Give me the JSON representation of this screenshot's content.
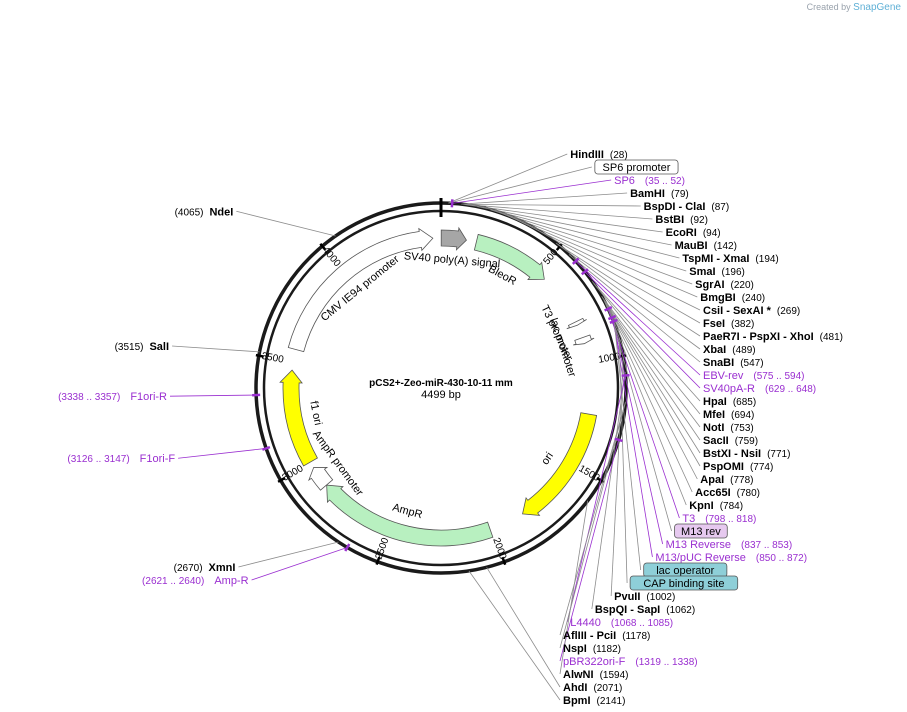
{
  "brand": {
    "prefix": "Created by",
    "name": "SnapGene"
  },
  "plasmid": {
    "name": "pCS2+-Zeo-miR-430-10-11 mm",
    "length": "4499 bp",
    "total_bp": 4499
  },
  "ticks": [
    {
      "label": "500",
      "bp": 500
    },
    {
      "label": "1000",
      "bp": 1000
    },
    {
      "label": "1500",
      "bp": 1500
    },
    {
      "label": "2000",
      "bp": 2000
    },
    {
      "label": "2500",
      "bp": 2500
    },
    {
      "label": "3000",
      "bp": 3000
    },
    {
      "label": "3500",
      "bp": 3500
    },
    {
      "label": "4000",
      "bp": 4000
    }
  ],
  "features": [
    {
      "name": "SV40 poly(A) signal",
      "type": "polyA",
      "color": "#a6a6a6",
      "start": 1,
      "end": 122
    },
    {
      "name": "BleoR",
      "type": "cds",
      "color": "#b8f0c0",
      "start": 170,
      "end": 544
    },
    {
      "name": "T3 promoter",
      "type": "promoter",
      "color": "#ffffff",
      "start": 798,
      "end": 816
    },
    {
      "name": "lac promoter",
      "type": "promoter",
      "color": "#ffffff",
      "start": 880,
      "end": 910
    },
    {
      "name": "ori",
      "type": "ori",
      "color": "#ffff00",
      "start": 1250,
      "end": 1838
    },
    {
      "name": "AmpR",
      "type": "cds",
      "color": "#b8f0c0",
      "start": 2010,
      "end": 2870
    },
    {
      "name": "AmpR promoter",
      "type": "promoter",
      "color": "#ffffff",
      "start": 2871,
      "end": 2975
    },
    {
      "name": "f1 ori",
      "type": "ori",
      "color": "#ffff00",
      "start": 3005,
      "end": 3460
    },
    {
      "name": "CMV IE94 promoter",
      "type": "promoter",
      "color": "#ffffff",
      "start": 3560,
      "end": 4460
    }
  ],
  "sites": [
    {
      "label": "HindIII",
      "pos": "(28)",
      "bp": 28
    },
    {
      "label": "BamHI",
      "pos": "(79)",
      "bp": 79
    },
    {
      "label": "BspDI  - ClaI",
      "pos": "(87)",
      "bp": 87
    },
    {
      "label": "BstBI",
      "pos": "(92)",
      "bp": 92
    },
    {
      "label": "EcoRI",
      "pos": "(94)",
      "bp": 94
    },
    {
      "label": "MauBI",
      "pos": "(142)",
      "bp": 142
    },
    {
      "label": "TspMI  - XmaI",
      "pos": "(194)",
      "bp": 194
    },
    {
      "label": "SmaI",
      "pos": "(196)",
      "bp": 196
    },
    {
      "label": "SgrAI",
      "pos": "(220)",
      "bp": 220
    },
    {
      "label": "BmgBI",
      "pos": "(240)",
      "bp": 240
    },
    {
      "label": "CsiI  - SexAI *",
      "pos": "(269)",
      "bp": 269
    },
    {
      "label": "FseI",
      "pos": "(382)",
      "bp": 382
    },
    {
      "label": "PaeR7I  - PspXI  - XhoI",
      "pos": "(481)",
      "bp": 481
    },
    {
      "label": "XbaI",
      "pos": "(489)",
      "bp": 489
    },
    {
      "label": "SnaBI",
      "pos": "(547)",
      "bp": 547
    },
    {
      "label": "HpaI",
      "pos": "(685)",
      "bp": 685
    },
    {
      "label": "MfeI",
      "pos": "(694)",
      "bp": 694
    },
    {
      "label": "NotI",
      "pos": "(753)",
      "bp": 753
    },
    {
      "label": "SacII",
      "pos": "(759)",
      "bp": 759
    },
    {
      "label": "BstXI  - NsiI",
      "pos": "(771)",
      "bp": 771
    },
    {
      "label": "PspOMI",
      "pos": "(774)",
      "bp": 774
    },
    {
      "label": "ApaI",
      "pos": "(778)",
      "bp": 778
    },
    {
      "label": "Acc65I",
      "pos": "(780)",
      "bp": 780
    },
    {
      "label": "KpnI",
      "pos": "(784)",
      "bp": 784
    },
    {
      "label": "PvuII",
      "pos": "(1002)",
      "bp": 1002
    },
    {
      "label": "BspQI  - SapI",
      "pos": "(1062)",
      "bp": 1062
    },
    {
      "label": "AflIII  - PciI",
      "pos": "(1178)",
      "bp": 1178
    },
    {
      "label": "NspI",
      "pos": "(1182)",
      "bp": 1182
    },
    {
      "label": "AlwNI",
      "pos": "(1594)",
      "bp": 1594
    },
    {
      "label": "AhdI",
      "pos": "(2071)",
      "bp": 2071
    },
    {
      "label": "BpmI",
      "pos": "(2141)",
      "bp": 2141
    },
    {
      "label": "XmnI",
      "pos": "(2670)",
      "bp": 2670
    },
    {
      "label": "SalI",
      "pos": "(3515)",
      "bp": 3515
    },
    {
      "label": "NdeI",
      "pos": "(4065)",
      "bp": 4065
    }
  ],
  "primers": [
    {
      "label": "SP6",
      "pos": "(35 .. 52)",
      "bp": 43
    },
    {
      "label": "EBV-rev",
      "pos": "(575 .. 594)",
      "bp": 584
    },
    {
      "label": "SV40pA-R",
      "pos": "(629 .. 648)",
      "bp": 638
    },
    {
      "label": "T3",
      "pos": "(798 .. 818)",
      "bp": 808
    },
    {
      "label": "M13 Reverse",
      "pos": "(837 .. 853)",
      "bp": 845
    },
    {
      "label": "M13/pUC Reverse",
      "pos": "(850 .. 872)",
      "bp": 861
    },
    {
      "label": "L4440",
      "pos": "(1068 .. 1085)",
      "bp": 1076
    },
    {
      "label": "pBR322ori-F",
      "pos": "(1319 .. 1338)",
      "bp": 1328
    },
    {
      "label": "Amp-R",
      "pos": "(2621 .. 2640)",
      "bp": 2630
    },
    {
      "label": "F1ori-F",
      "pos": "(3126 .. 3147)",
      "bp": 3136
    },
    {
      "label": "F1ori-R",
      "pos": "(3338 .. 3357)",
      "bp": 3347
    }
  ],
  "boxed": [
    {
      "label": "SP6 promoter",
      "bp": 30,
      "color": "#ffffff"
    },
    {
      "label": "M13 rev",
      "bp": 842,
      "color": "#e6c9ef"
    },
    {
      "label": "lac operator",
      "bp": 870,
      "color": "#8ecfd8"
    },
    {
      "label": "CAP binding site",
      "bp": 930,
      "color": "#8ecfd8"
    }
  ],
  "colors": {
    "backbone": "#1a1a1a",
    "site_line": "#8c8c8c",
    "primer": "#9a2fd0"
  }
}
